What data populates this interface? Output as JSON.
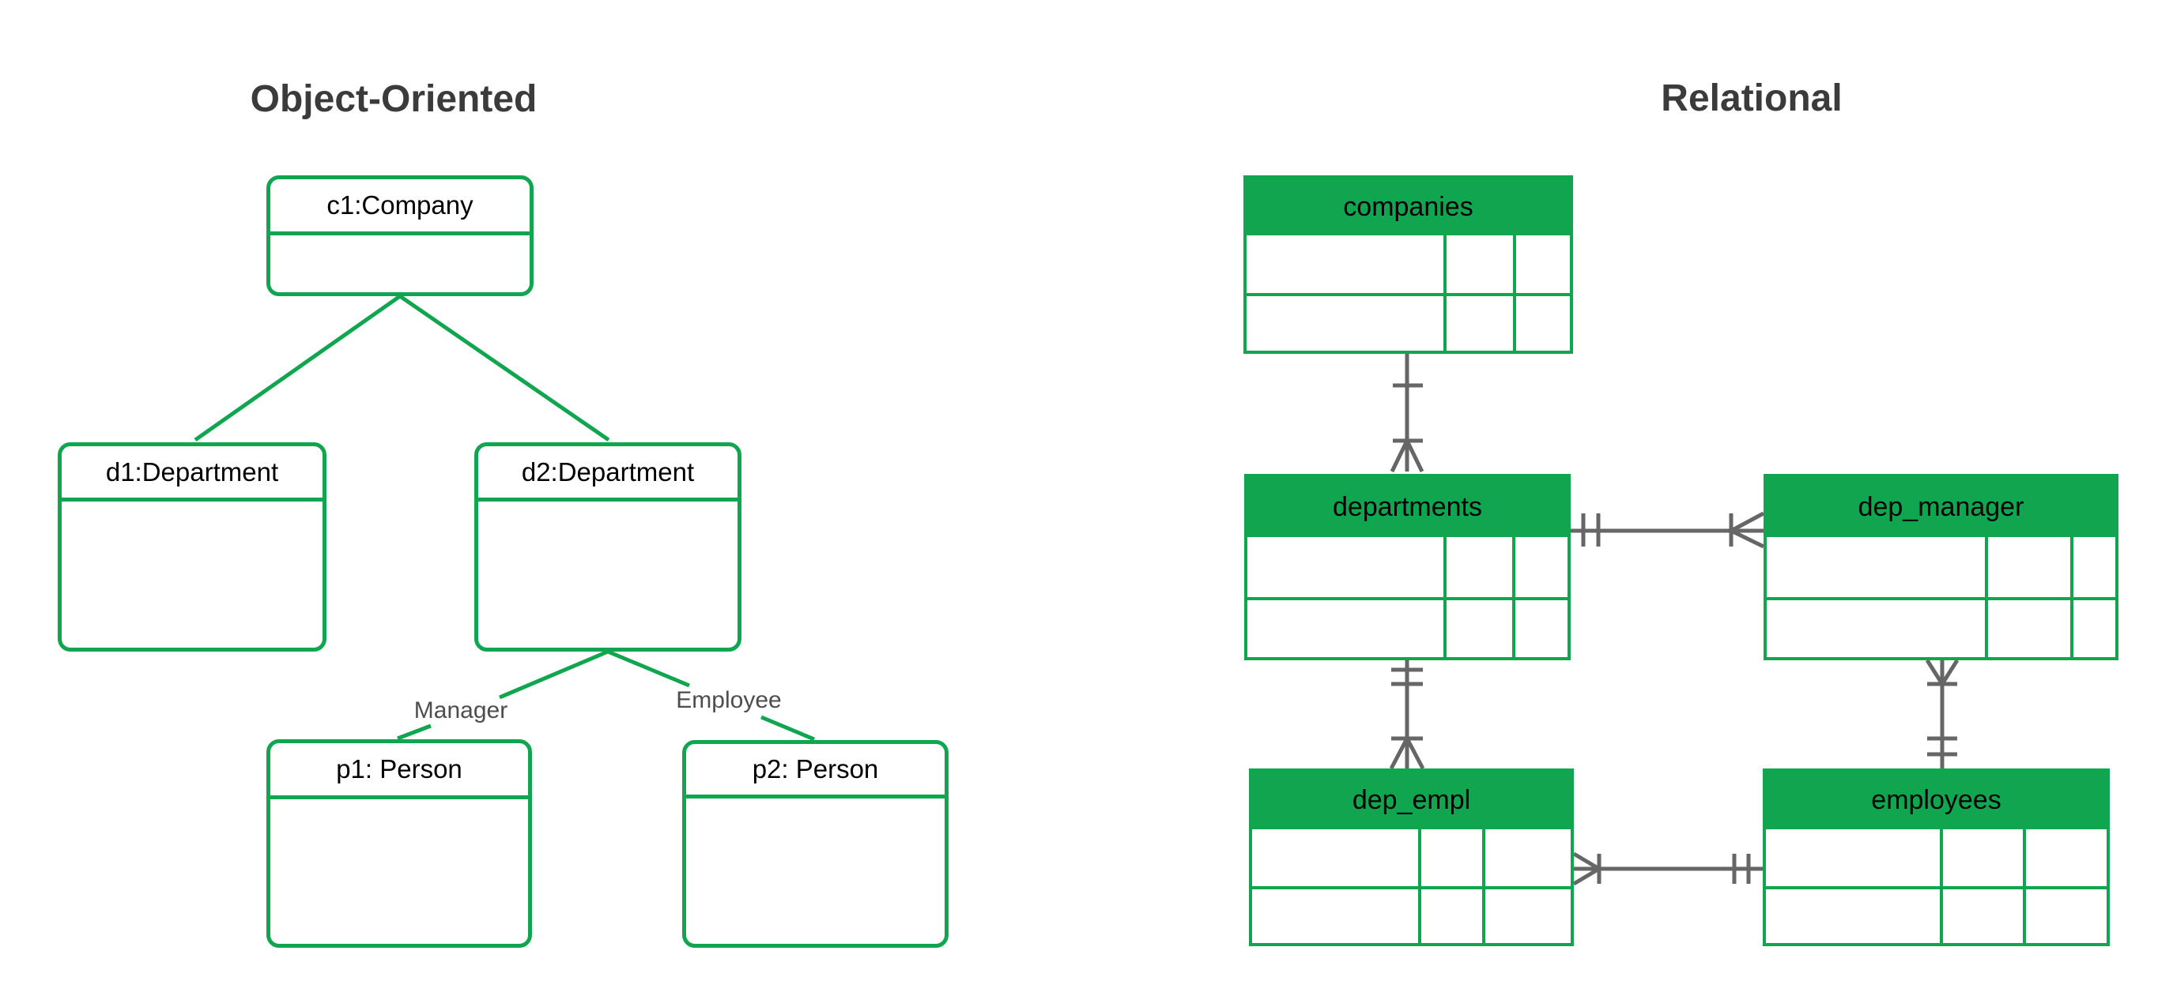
{
  "titles": {
    "left": "Object-Oriented",
    "right": "Relational"
  },
  "colors": {
    "green": "#10a650",
    "connector_gray": "#666666",
    "title_text": "#3b3b3b",
    "label_text": "#4d4d4d",
    "header_text": "#000000"
  },
  "oo": {
    "objects": [
      {
        "id": "c1",
        "label": "c1:Company"
      },
      {
        "id": "d1",
        "label": "d1:Department"
      },
      {
        "id": "d2",
        "label": "d2:Department"
      },
      {
        "id": "p1",
        "label": "p1: Person"
      },
      {
        "id": "p2",
        "label": "p2: Person"
      }
    ],
    "links": [
      {
        "from": "c1",
        "to": "d1",
        "label": ""
      },
      {
        "from": "c1",
        "to": "d2",
        "label": ""
      },
      {
        "from": "d2",
        "to": "p1",
        "label": "Manager"
      },
      {
        "from": "d2",
        "to": "p2",
        "label": "Employee"
      }
    ],
    "link_labels": {
      "manager": "Manager",
      "employee": "Employee"
    }
  },
  "relational": {
    "tables": [
      {
        "name": "companies"
      },
      {
        "name": "departments"
      },
      {
        "name": "dep_manager"
      },
      {
        "name": "dep_empl"
      },
      {
        "name": "employees"
      }
    ],
    "connectors": [
      {
        "from": "companies",
        "to": "departments",
        "from_notation": "one",
        "to_notation": "one-or-many"
      },
      {
        "from": "departments",
        "to": "dep_manager",
        "from_notation": "one-and-only-one",
        "to_notation": "one-or-many"
      },
      {
        "from": "departments",
        "to": "dep_empl",
        "from_notation": "one-and-only-one",
        "to_notation": "one-or-many"
      },
      {
        "from": "dep_manager",
        "to": "employees",
        "from_notation": "one-or-many",
        "to_notation": "one-and-only-one"
      },
      {
        "from": "dep_empl",
        "to": "employees",
        "from_notation": "one-or-many",
        "to_notation": "one-and-only-one"
      }
    ]
  }
}
